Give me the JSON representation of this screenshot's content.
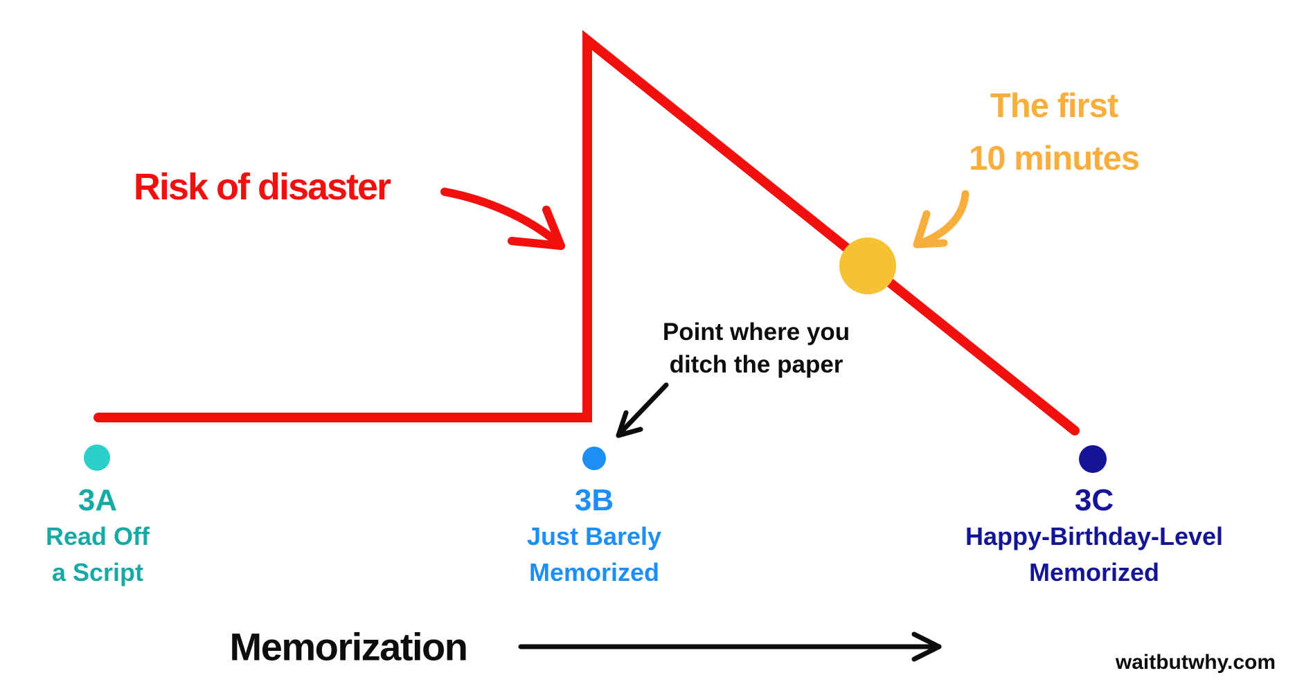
{
  "colors": {
    "red": "#f2100e",
    "orange": "#f8ae3c",
    "gold": "#f5c234",
    "teal": "#2bcfc9",
    "teal_text": "#17aaa4",
    "blue": "#1d8ef3",
    "navy": "#141497",
    "ink": "#0d0d0d"
  },
  "annotations": {
    "risk": "Risk of disaster",
    "first10": {
      "line1": "The first",
      "line2": "10 minutes"
    },
    "ditch": {
      "line1": "Point where you",
      "line2": "ditch the paper"
    }
  },
  "axis": {
    "label": "Memorization",
    "points": [
      {
        "id": "3A",
        "line1": "Read Off",
        "line2": "a Script"
      },
      {
        "id": "3B",
        "line1": "Just Barely",
        "line2": "Memorized"
      },
      {
        "id": "3C",
        "line1": "Happy-Birthday-Level",
        "line2": "Memorized"
      }
    ]
  },
  "footer": {
    "site": "waitbutwhy.com"
  },
  "chart_data": {
    "type": "line",
    "title": "Risk of disaster across memorization levels",
    "xlabel": "Memorization",
    "ylabel": "Risk of disaster",
    "grid": false,
    "legend": false,
    "x_axis": {
      "style": "gradient timeline from teal to navy with dot markers",
      "points": [
        {
          "id": "3A",
          "label": "Read Off a Script",
          "x": 0.0,
          "color": "#2bcfc9"
        },
        {
          "id": "3B",
          "label": "Just Barely Memorized",
          "x": 0.5,
          "color": "#1d8ef3"
        },
        {
          "id": "3C",
          "label": "Happy-Birthday-Level Memorized",
          "x": 1.0,
          "color": "#141497"
        }
      ]
    },
    "series": [
      {
        "name": "Risk of disaster",
        "color": "#f2100e",
        "x": [
          0.0,
          0.5,
          0.5,
          1.0
        ],
        "y": [
          0.1,
          0.1,
          1.0,
          0.05
        ],
        "shape": "flat-low from 3A until 3B, vertical spike to maximum at 3B, then linear decline to near zero at 3C"
      }
    ],
    "markers": [
      {
        "label": "The first 10 minutes",
        "x": 0.79,
        "y": 0.42,
        "color": "#f5c234",
        "on_series": "Risk of disaster"
      },
      {
        "label": "Point where you ditch the paper",
        "x": 0.5,
        "y": 0.0,
        "note": "arrow points at 3B on the memorization axis"
      }
    ]
  }
}
